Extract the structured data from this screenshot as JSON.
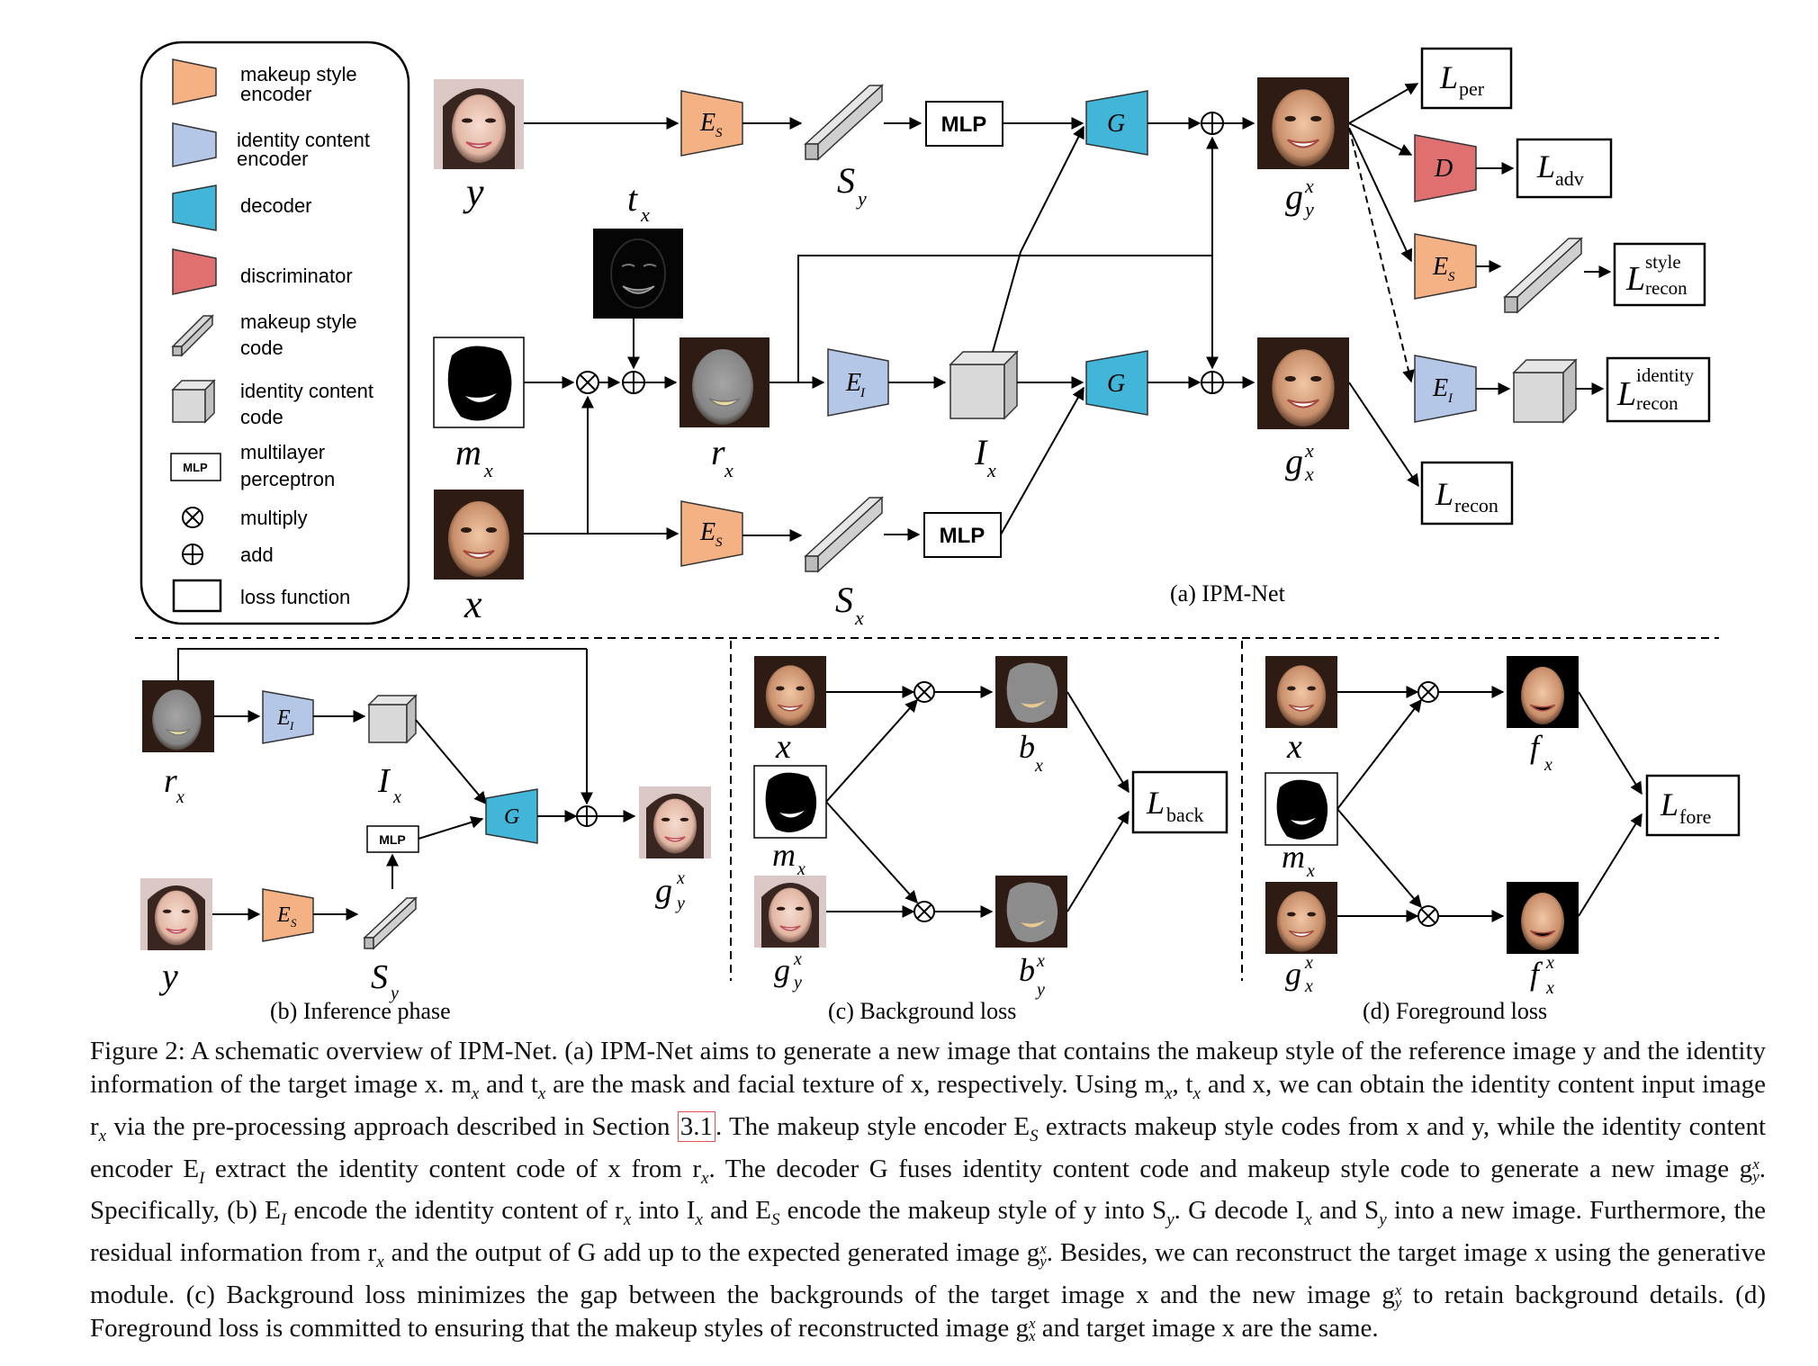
{
  "legend": {
    "items": [
      {
        "line1": "makeup style",
        "line2": "encoder"
      },
      {
        "line1": "identity content",
        "line2": "encoder"
      },
      {
        "line1": "decoder"
      },
      {
        "line1": "discriminator"
      },
      {
        "line1": "makeup style",
        "line2": "code"
      },
      {
        "line1": "identity content",
        "line2": "code"
      },
      {
        "line1": "multilayer",
        "line2": "perceptron"
      },
      {
        "line1": "multiply"
      },
      {
        "line1": "add"
      },
      {
        "line1": "loss function"
      }
    ],
    "mlp_icon": "MLP"
  },
  "colors": {
    "style_encoder": "#f4b183",
    "identity_encoder": "#b4c7e7",
    "decoder": "#41b6d9",
    "discriminator": "#e07070",
    "code": "#d9d9d9"
  },
  "blocks": {
    "es": "E",
    "es_sub": "S",
    "ei": "E",
    "ei_sub": "I",
    "g": "G",
    "d": "D",
    "mlp": "MLP"
  },
  "labels": {
    "y": "y",
    "x": "x",
    "tx": "t",
    "tx_sub": "x",
    "mx": "m",
    "mx_sub": "x",
    "rx": "r",
    "rx_sub": "x",
    "ix": "I",
    "ix_sub": "x",
    "sy": "S",
    "sy_sub": "y",
    "sx": "S",
    "sx_sub": "x",
    "gyx": "g",
    "gyx_sup": "x",
    "gyx_sub": "y",
    "gxx": "g",
    "gxx_sup": "x",
    "gxx_sub": "x",
    "bx": "b",
    "bx_sub": "x",
    "byx": "b",
    "byx_sup": "x",
    "byx_sub": "y",
    "fx": "f",
    "fx_sub": "x",
    "fxx": "f",
    "fxx_sup": "x",
    "fxx_sub": "x"
  },
  "losses": {
    "L": "L",
    "per": "per",
    "adv": "adv",
    "style": "style",
    "identity": "identity",
    "recon": "recon",
    "back": "back",
    "fore": "fore"
  },
  "subfig_titles": {
    "a": "(a) IPM-Net",
    "b": "(b) Inference phase",
    "c": "(c) Background loss",
    "d": "(d) Foreground loss"
  },
  "caption": {
    "p1": "Figure 2: A schematic overview of IPM-Net. (a) IPM-Net aims to generate a new image that contains the makeup style of the reference image y and the identity information of the target image x. m",
    "p2": " and t",
    "p3": " are the mask and facial texture of x, respectively. Using m",
    "p4": ", t",
    "p5": " and x, we can obtain the identity content input image r",
    "p6": " via the pre-processing approach described in Section ",
    "ref": "3.1",
    "p7": ". The makeup style encoder E",
    "p8": " extracts makeup style codes from x and y, while the identity content encoder E",
    "p9": " extract the identity content code of x from r",
    "p10": ". The decoder G fuses identity content code and makeup style code to generate a new image g",
    "p11": ". Specifically, (b) E",
    "p12": " encode the identity content of r",
    "p13": " into I",
    "p14": " and E",
    "p15": " encode the makeup style of y into S",
    "p16": ". G decode I",
    "p17": " and S",
    "p18": " into a new image. Furthermore, the residual information from r",
    "p19": " and the output of G add up to the expected generated image g",
    "p20": ". Besides, we can reconstruct the target image x using the generative module. (c) Background loss minimizes the gap between the backgrounds of the target image x and the new image g",
    "p21": " to retain background details. (d) Foreground loss is committed to ensuring that the makeup styles of reconstructed image g",
    "p22": " and target image x are the same.",
    "sub_x": "x",
    "sub_y": "y",
    "sub_S": "S",
    "sub_I": "I",
    "sup_x": "x"
  }
}
